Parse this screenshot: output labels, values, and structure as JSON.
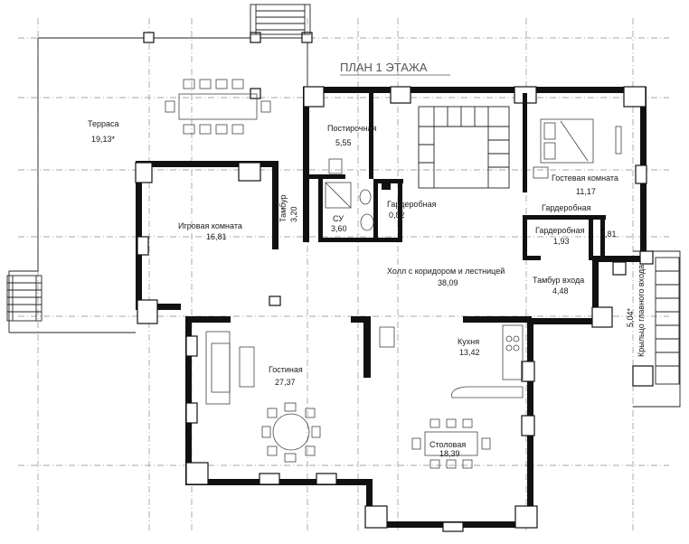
{
  "plan": {
    "title": "ПЛАН 1 ЭТАЖА",
    "rooms": [
      {
        "name": "Терраса",
        "area": "19,13*"
      },
      {
        "name": "Постирочная",
        "area": "5,55"
      },
      {
        "name": "Гостевая комната",
        "area": "11,17"
      },
      {
        "name": "Игровая комната",
        "area": "16,81"
      },
      {
        "name": "Тамбур",
        "area": "3,20"
      },
      {
        "name": "СУ",
        "area": "3,60"
      },
      {
        "name": "Гардеробная",
        "area": "0,82"
      },
      {
        "name": "Гардеробная",
        "area": "1,93"
      },
      {
        "name": "Гардеробная",
        "area": "0,81"
      },
      {
        "name": "Холл с коридором и лестницей",
        "area": "38,09"
      },
      {
        "name": "Тамбур входа",
        "area": "4,48"
      },
      {
        "name": "Кухня",
        "area": "13,42"
      },
      {
        "name": "Гостиная",
        "area": "27,37"
      },
      {
        "name": "Столовая",
        "area": "18,39"
      },
      {
        "name": "Крыльцо главного входа",
        "area": "5,04*"
      }
    ]
  }
}
